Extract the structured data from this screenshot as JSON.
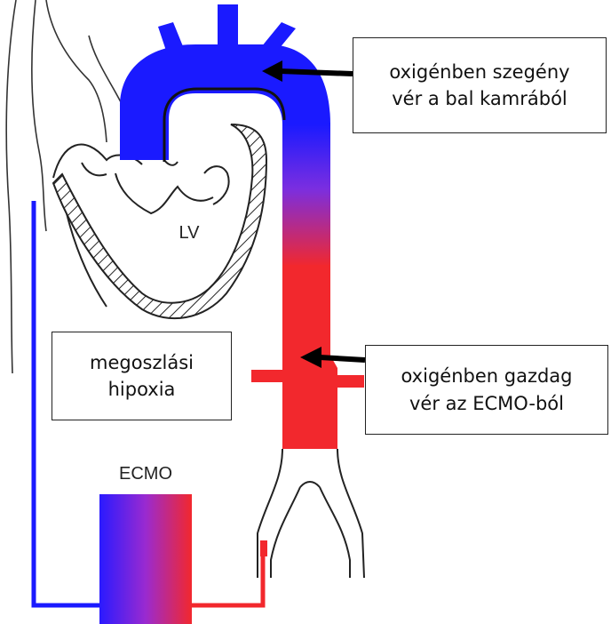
{
  "labels": {
    "poor_blood": [
      "oxigénben szegény",
      "vér a bal kamrából"
    ],
    "rich_blood": [
      "oxigénben gazdag",
      "vér az ECMO-ból"
    ],
    "hypoxia": [
      "megoszlási",
      "hipoxia"
    ],
    "ventricle": "LV",
    "device": "ECMO"
  },
  "colors": {
    "deoxygenated": "#1a1aff",
    "oxygenated": "#f2282d",
    "outline": "#222222"
  }
}
